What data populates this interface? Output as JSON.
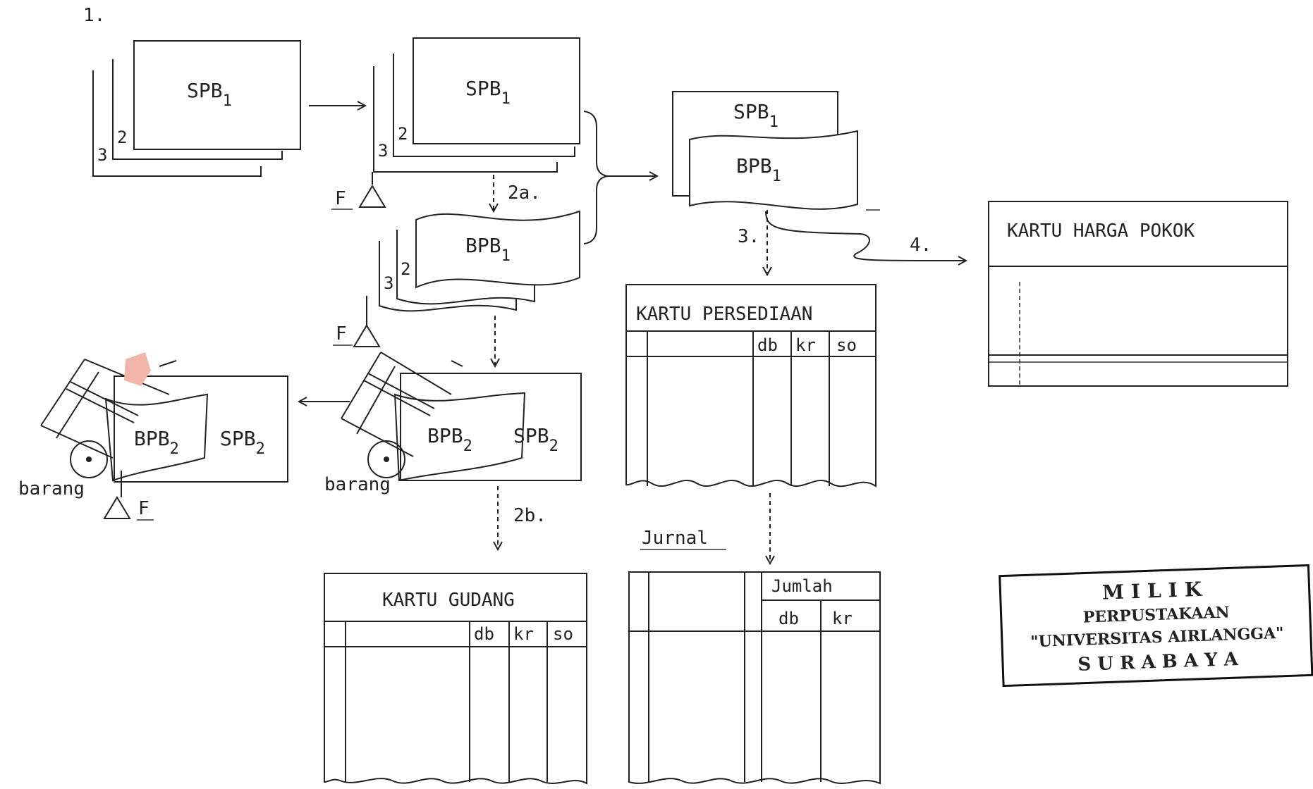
{
  "figure_number": "1.",
  "docs": {
    "spb1": "SPB",
    "spb_sub": "1",
    "bpb1": "BPB",
    "bpb_sub": "1",
    "bpb2": "BPB",
    "spb2": "SPB",
    "sub2": "2",
    "copy2": "2",
    "copy3": "3",
    "file_mark": "F",
    "goods": "barang"
  },
  "steps": {
    "s2a": "2a.",
    "s2b": "2b.",
    "s3": "3.",
    "s4": "4."
  },
  "kartu_harga_pokok": {
    "title": "KARTU HARGA POKOK"
  },
  "kartu_persediaan": {
    "title": "KARTU PERSEDIAAN",
    "cols": [
      "db",
      "kr",
      "so"
    ]
  },
  "kartu_gudang": {
    "title": "KARTU GUDANG",
    "cols": [
      "db",
      "kr",
      "so"
    ]
  },
  "jurnal": {
    "title": "Jurnal",
    "group": "Jumlah",
    "cols": [
      "db",
      "kr"
    ]
  },
  "stamp": {
    "line1": "MILIK",
    "line2": "PERPUSTAKAAN",
    "line3": "\"UNIVERSITAS AIRLANGGA\"",
    "line4": "S U R A B A Y A"
  },
  "colors": {
    "ink": "#222222",
    "stamp_ink": "#111111",
    "paper": "#ffffff"
  }
}
